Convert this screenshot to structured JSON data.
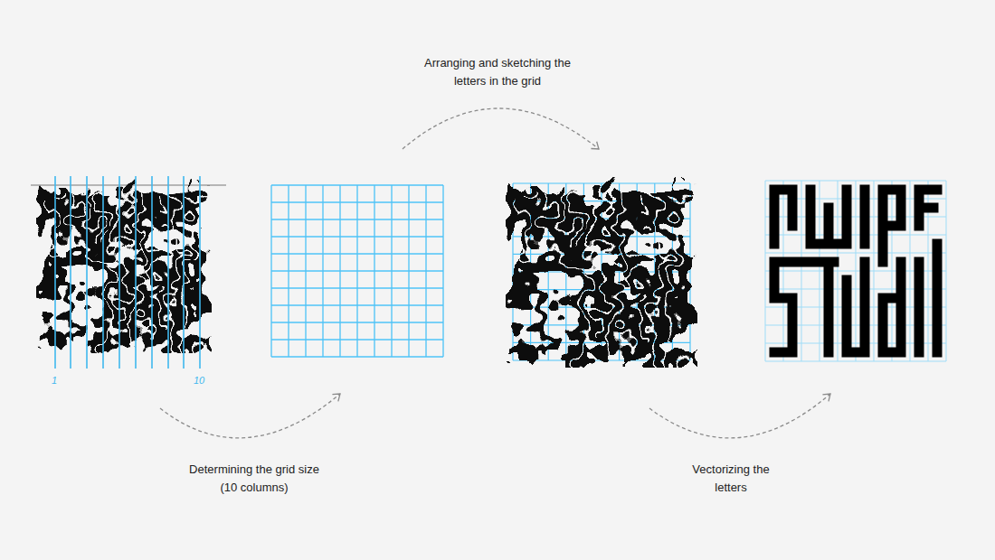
{
  "diagram": {
    "labels": [
      "Arranging and sketching the letters in the grid",
      "Determining the grid size (10 columns)",
      "Vectorizing the letters",
      "1",
      "10"
    ]
  }
}
